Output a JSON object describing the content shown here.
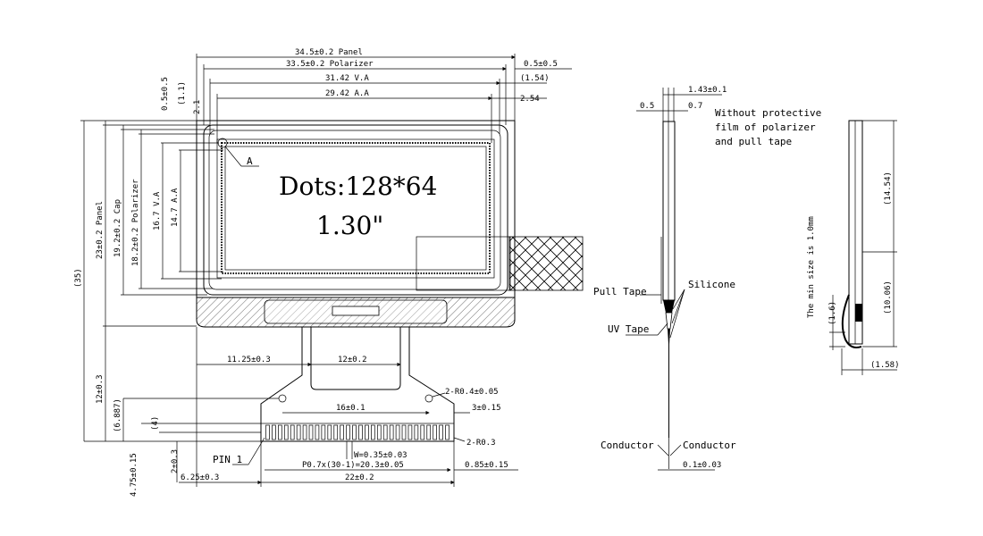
{
  "front": {
    "dims": {
      "panel_w": "34.5±0.2 Panel",
      "polarizer_w": "33.5±0.2 Polarizer",
      "pol_offset": "0.5±0.5",
      "va_w": "31.42 V.A",
      "va_right": "(1.54)",
      "aa_w": "29.42 A.A",
      "aa_right": "2.54",
      "top_a": "0.5±0.5",
      "top_b": "(1.1)",
      "top_c": "2.1",
      "panel_h": "23±0.2 Panel",
      "cap_h": "19.2±0.2 Cap",
      "pol_h": "18.2±0.2 Polarizer",
      "va_h": "16.7 V.A",
      "aa_h": "14.7 A.A",
      "total_h": "(35)",
      "fpc_h": "12±0.3",
      "fpc_a": "(6.887)",
      "fpc_b": "(4)",
      "fpc_c": "2±0.3",
      "fpc_d": "4.75±0.15",
      "fpc_left": "11.25±0.3",
      "fpc_w": "12±0.2",
      "hole_pitch": "16±0.1",
      "hole_r": "2-R0.4±0.05",
      "hole_off": "3±0.15",
      "pin_w": "W=0.35±0.03",
      "pin_pitch": "P0.7x(30-1)=20.3±0.05",
      "pin_right": "0.85±0.15",
      "corner_r": "2-R0.3",
      "pin_left": "6.25±0.3",
      "finger_w": "22±0.2"
    },
    "detail_a": "A",
    "dots": "Dots:128*64",
    "size": "1.30\"",
    "pin1": "PIN 1"
  },
  "side": {
    "d_total": "1.43±0.1",
    "d_left": "0.5",
    "d_right": "0.7",
    "note": [
      "Without protective",
      "film of polarizer",
      "and pull tape"
    ],
    "pull_tape": "Pull Tape",
    "silicone": "Silicone",
    "uv_tape": "UV Tape",
    "conductor_l": "Conductor",
    "conductor_r": "Conductor",
    "bottom": "0.1±0.03"
  },
  "bend": {
    "min_size": "The min size is 1.0mm",
    "h1": "(14.54)",
    "h2": "(10.06)",
    "h3": "(1.6)",
    "w": "(1.58)"
  }
}
